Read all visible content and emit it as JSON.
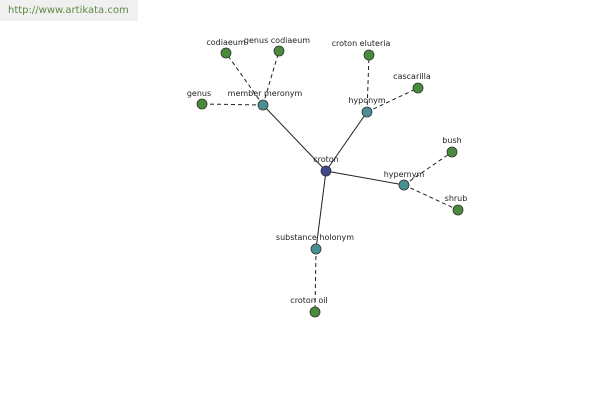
{
  "source_url": "http://www.artikata.com",
  "colors": {
    "center": "#3f4a8a",
    "relation": "#4a8f96",
    "leaf": "#4a8a3c"
  },
  "nodes": [
    {
      "id": "croton",
      "label": "croton",
      "kind": "center"
    },
    {
      "id": "member-meronym",
      "label": "member meronym",
      "kind": "relation"
    },
    {
      "id": "hyponym",
      "label": "hyponym",
      "kind": "relation"
    },
    {
      "id": "hypernym",
      "label": "hypernym",
      "kind": "relation"
    },
    {
      "id": "substance-holonym",
      "label": "substance holonym",
      "kind": "relation"
    },
    {
      "id": "codiaeum",
      "label": "codiaeum",
      "kind": "leaf"
    },
    {
      "id": "genus-codiaeum",
      "label": "genus codiaeum",
      "kind": "leaf"
    },
    {
      "id": "genus",
      "label": "genus",
      "kind": "leaf"
    },
    {
      "id": "croton-eluteria",
      "label": "croton eluteria",
      "kind": "leaf"
    },
    {
      "id": "cascarilla",
      "label": "cascarilla",
      "kind": "leaf"
    },
    {
      "id": "bush",
      "label": "bush",
      "kind": "leaf"
    },
    {
      "id": "shrub",
      "label": "shrub",
      "kind": "leaf"
    },
    {
      "id": "croton-oil",
      "label": "croton oil",
      "kind": "leaf"
    }
  ],
  "edges": [
    {
      "from": "croton",
      "to": "member-meronym",
      "style": "solid"
    },
    {
      "from": "croton",
      "to": "hyponym",
      "style": "solid"
    },
    {
      "from": "croton",
      "to": "hypernym",
      "style": "solid"
    },
    {
      "from": "croton",
      "to": "substance-holonym",
      "style": "solid"
    },
    {
      "from": "member-meronym",
      "to": "codiaeum",
      "style": "dashed"
    },
    {
      "from": "member-meronym",
      "to": "genus-codiaeum",
      "style": "dashed"
    },
    {
      "from": "member-meronym",
      "to": "genus",
      "style": "dashed"
    },
    {
      "from": "hyponym",
      "to": "croton-eluteria",
      "style": "dashed"
    },
    {
      "from": "hyponym",
      "to": "cascarilla",
      "style": "dashed"
    },
    {
      "from": "hypernym",
      "to": "bush",
      "style": "dashed"
    },
    {
      "from": "hypernym",
      "to": "shrub",
      "style": "dashed"
    },
    {
      "from": "substance-holonym",
      "to": "croton-oil",
      "style": "dashed"
    }
  ]
}
